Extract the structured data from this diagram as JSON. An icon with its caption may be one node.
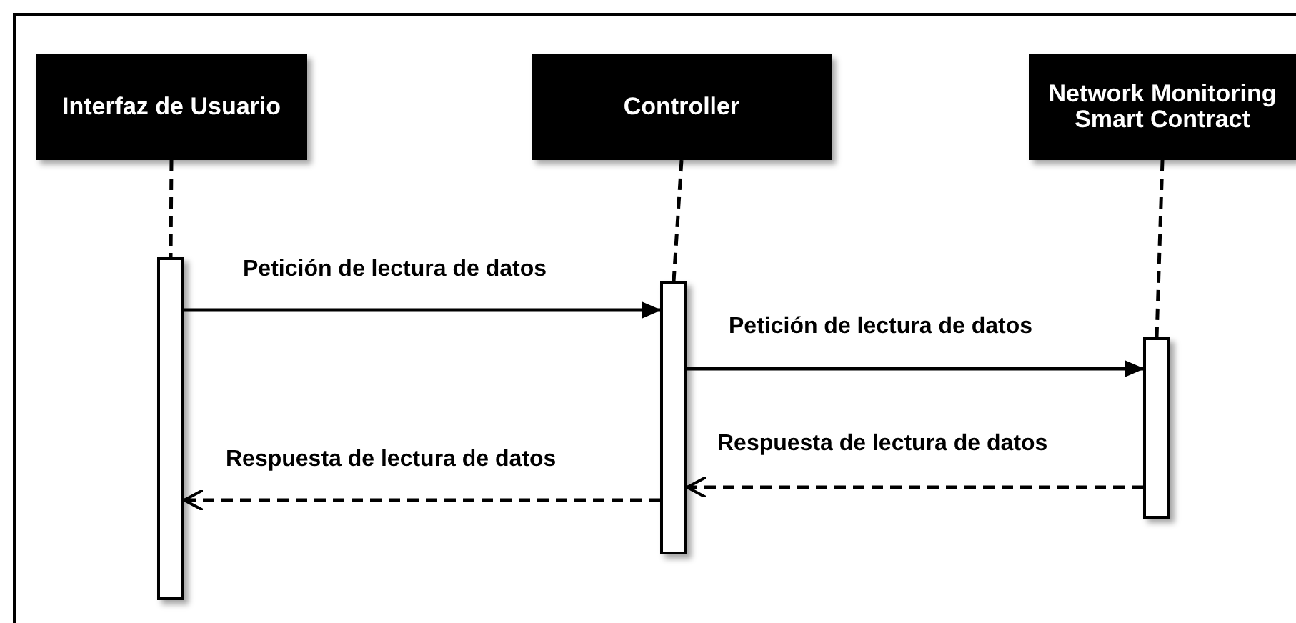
{
  "diagram": {
    "nodes": [
      {
        "text": [
          "Interfaz de Usuario"
        ]
      },
      {
        "text": [
          "Controller"
        ]
      },
      {
        "text": [
          "Network Monitoring Smart Contract"
        ]
      },
      {
        "text": [],
        "shape": "bar"
      },
      {
        "text": [],
        "shape": "bar"
      },
      {
        "text": [],
        "shape": "bar"
      }
    ],
    "edges": [
      {
        "from": 0,
        "to": 3,
        "arrow": "none",
        "style": "dashed"
      },
      {
        "from": 1,
        "to": 4,
        "arrow": "none",
        "style": "dashed"
      },
      {
        "from": 2,
        "to": 5,
        "arrow": "none",
        "style": "dashed"
      },
      {
        "from": 3,
        "to": 4,
        "arrow": "to",
        "label": "Petición de lectura de datos"
      },
      {
        "from": 4,
        "to": 5,
        "arrow": "to",
        "label": "Petición de lectura de datos"
      },
      {
        "from": 5,
        "to": 4,
        "arrow": "to",
        "style": "dashed",
        "label": "Respuesta de lectura de datos"
      },
      {
        "from": 4,
        "to": 3,
        "arrow": "to",
        "style": "dashed",
        "label": "Respuesta de lectura de datos"
      }
    ]
  }
}
